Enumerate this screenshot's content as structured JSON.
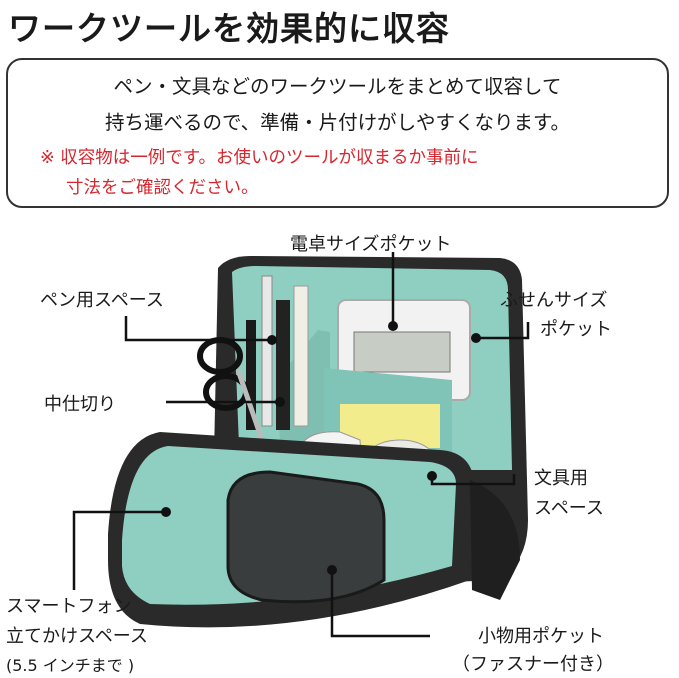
{
  "title": "ワークツールを効果的に収容",
  "description": {
    "line1": "ペン・文具などのワークツールをまとめて収容して",
    "line2": "持ち運べるので、準備・片付けがしやすくなります。"
  },
  "note": {
    "line1": "※ 収容物は一例です。お使いのツールが収まるか事前に",
    "line2": "寸法をご確認ください。"
  },
  "labels": {
    "calculator_pocket": "電卓サイズポケット",
    "pen_space": "ペン用スペース",
    "sticky_pocket_1": "ふせんサイズ",
    "sticky_pocket_2": "ポケット",
    "divider": "中仕切り",
    "stationery_1": "文具用",
    "stationery_2": "スペース",
    "phone_1": "スマートフォン",
    "phone_2": "立てかけスペース",
    "phone_3": "(5.5 インチまで )",
    "small_pocket_1": "小物用ポケット",
    "small_pocket_2": "（ファスナー付き）"
  },
  "colors": {
    "lining": "#8fcfc2",
    "body": "#2a2a2a",
    "note": "#d7262e"
  }
}
